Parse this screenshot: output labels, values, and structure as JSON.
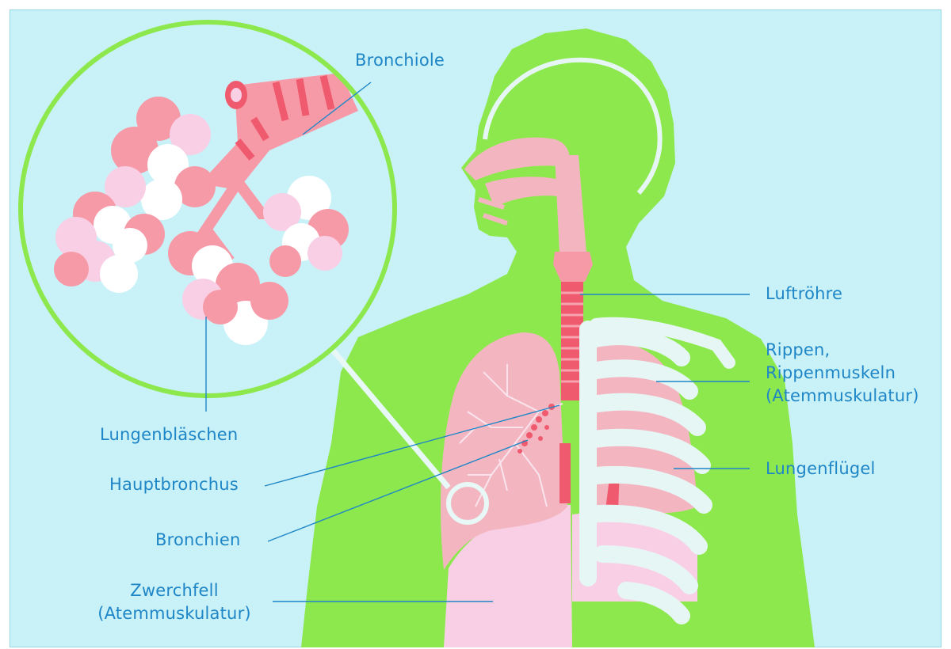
{
  "colors": {
    "background": "#c9f1f8",
    "body": "#8de84d",
    "lung": "#f3b6c1",
    "trachea": "#ef5a6e",
    "diaphragm": "#f9cfe6",
    "ribs": "#e6f6f5",
    "label": "#1e86c6"
  },
  "labels": {
    "bronchiole": "Bronchiole",
    "trachea": "Luftröhre",
    "ribs_line1": "Rippen,",
    "ribs_line2": "Rippenmuskeln",
    "ribs_line3": "(Atemmuskulatur)",
    "alveoli": "Lungenbläschen",
    "main_bronchus": "Hauptbronchus",
    "bronchi": "Bronchien",
    "lung_lobe": "Lungenflügel",
    "diaphragm_line1": "Zwerchfell",
    "diaphragm_line2": "(Atemmuskulatur)"
  }
}
